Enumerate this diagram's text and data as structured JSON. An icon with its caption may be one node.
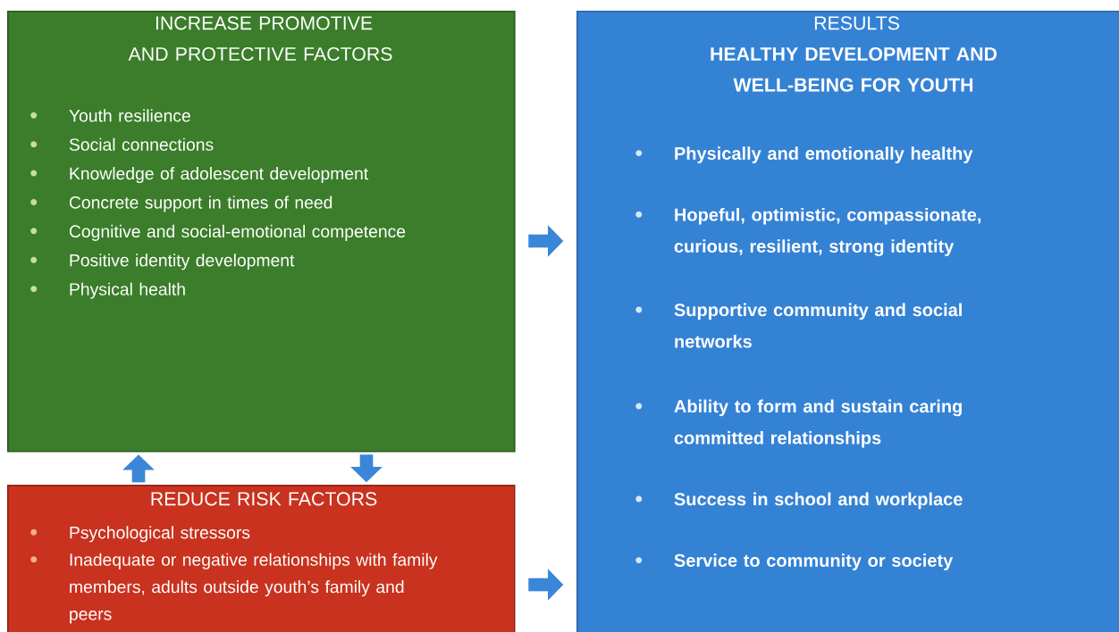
{
  "diagram": {
    "nodes": [
      {
        "text": [
          "INCREASE PROMOTIVE AND PROTECTIVE FACTORS",
          "Youth resilience",
          "Social connections",
          "Knowledge of adolescent development",
          "Concrete support in times of need",
          "Cognitive and social-emotional competence",
          "Positive identity development",
          "Physical health"
        ]
      },
      {
        "text": [
          "REDUCE RISK FACTORS",
          "Psychological stressors",
          "Inadequate or negative relationships with family members, adults outside youth’s family and peers"
        ]
      },
      {
        "text": [
          "RESULTS",
          "HEALTHY DEVELOPMENT AND WELL-BEING FOR YOUTH",
          "Physically and emotionally healthy",
          "Hopeful, optimistic, compassionate, curious, resilient, strong identity",
          "Supportive community and social networks",
          "Ability to form and sustain caring committed relationships",
          "Success in school and workplace",
          "Service to community or society"
        ]
      }
    ],
    "edges": [
      {
        "from": 1,
        "to": 0,
        "arrow": "to"
      },
      {
        "from": 0,
        "to": 1,
        "arrow": "to"
      },
      {
        "from": 0,
        "to": 2,
        "arrow": "to"
      },
      {
        "from": 1,
        "to": 2,
        "arrow": "to"
      }
    ]
  }
}
